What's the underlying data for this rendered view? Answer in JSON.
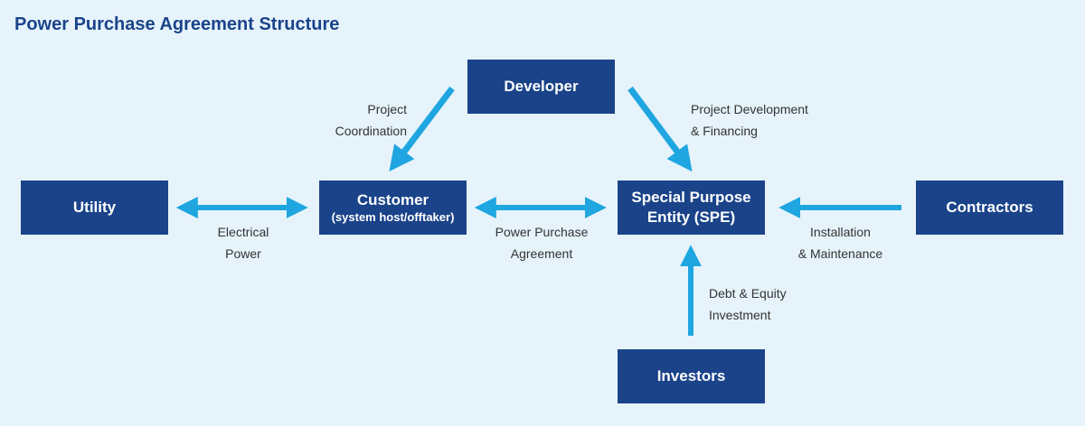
{
  "title": "Power Purchase Agreement Structure",
  "colors": {
    "box": "#1a4389",
    "arrow": "#1fa6e0",
    "background": "#e6f3fb",
    "title": "#1a4389"
  },
  "nodes": {
    "developer": {
      "label": "Developer"
    },
    "utility": {
      "label": "Utility"
    },
    "customer": {
      "label": "Customer",
      "sublabel": "(system host/offtaker)"
    },
    "spe": {
      "label_line1": "Special Purpose",
      "label_line2": "Entity (SPE)"
    },
    "contractors": {
      "label": "Contractors"
    },
    "investors": {
      "label": "Investors"
    }
  },
  "edges": {
    "developer_customer": {
      "line1": "Project",
      "line2": "Coordination",
      "direction": "developer→customer"
    },
    "developer_spe": {
      "line1": "Project Development",
      "line2": "& Financing",
      "direction": "developer→spe"
    },
    "utility_customer": {
      "line1": "Electrical",
      "line2": "Power",
      "direction": "bidirectional"
    },
    "customer_spe": {
      "line1": "Power Purchase",
      "line2": "Agreement",
      "direction": "bidirectional"
    },
    "contractors_spe": {
      "line1": "Installation",
      "line2": "& Maintenance",
      "direction": "contractors→spe"
    },
    "investors_spe": {
      "line1": "Debt & Equity",
      "line2": "Investment",
      "direction": "investors→spe"
    }
  }
}
